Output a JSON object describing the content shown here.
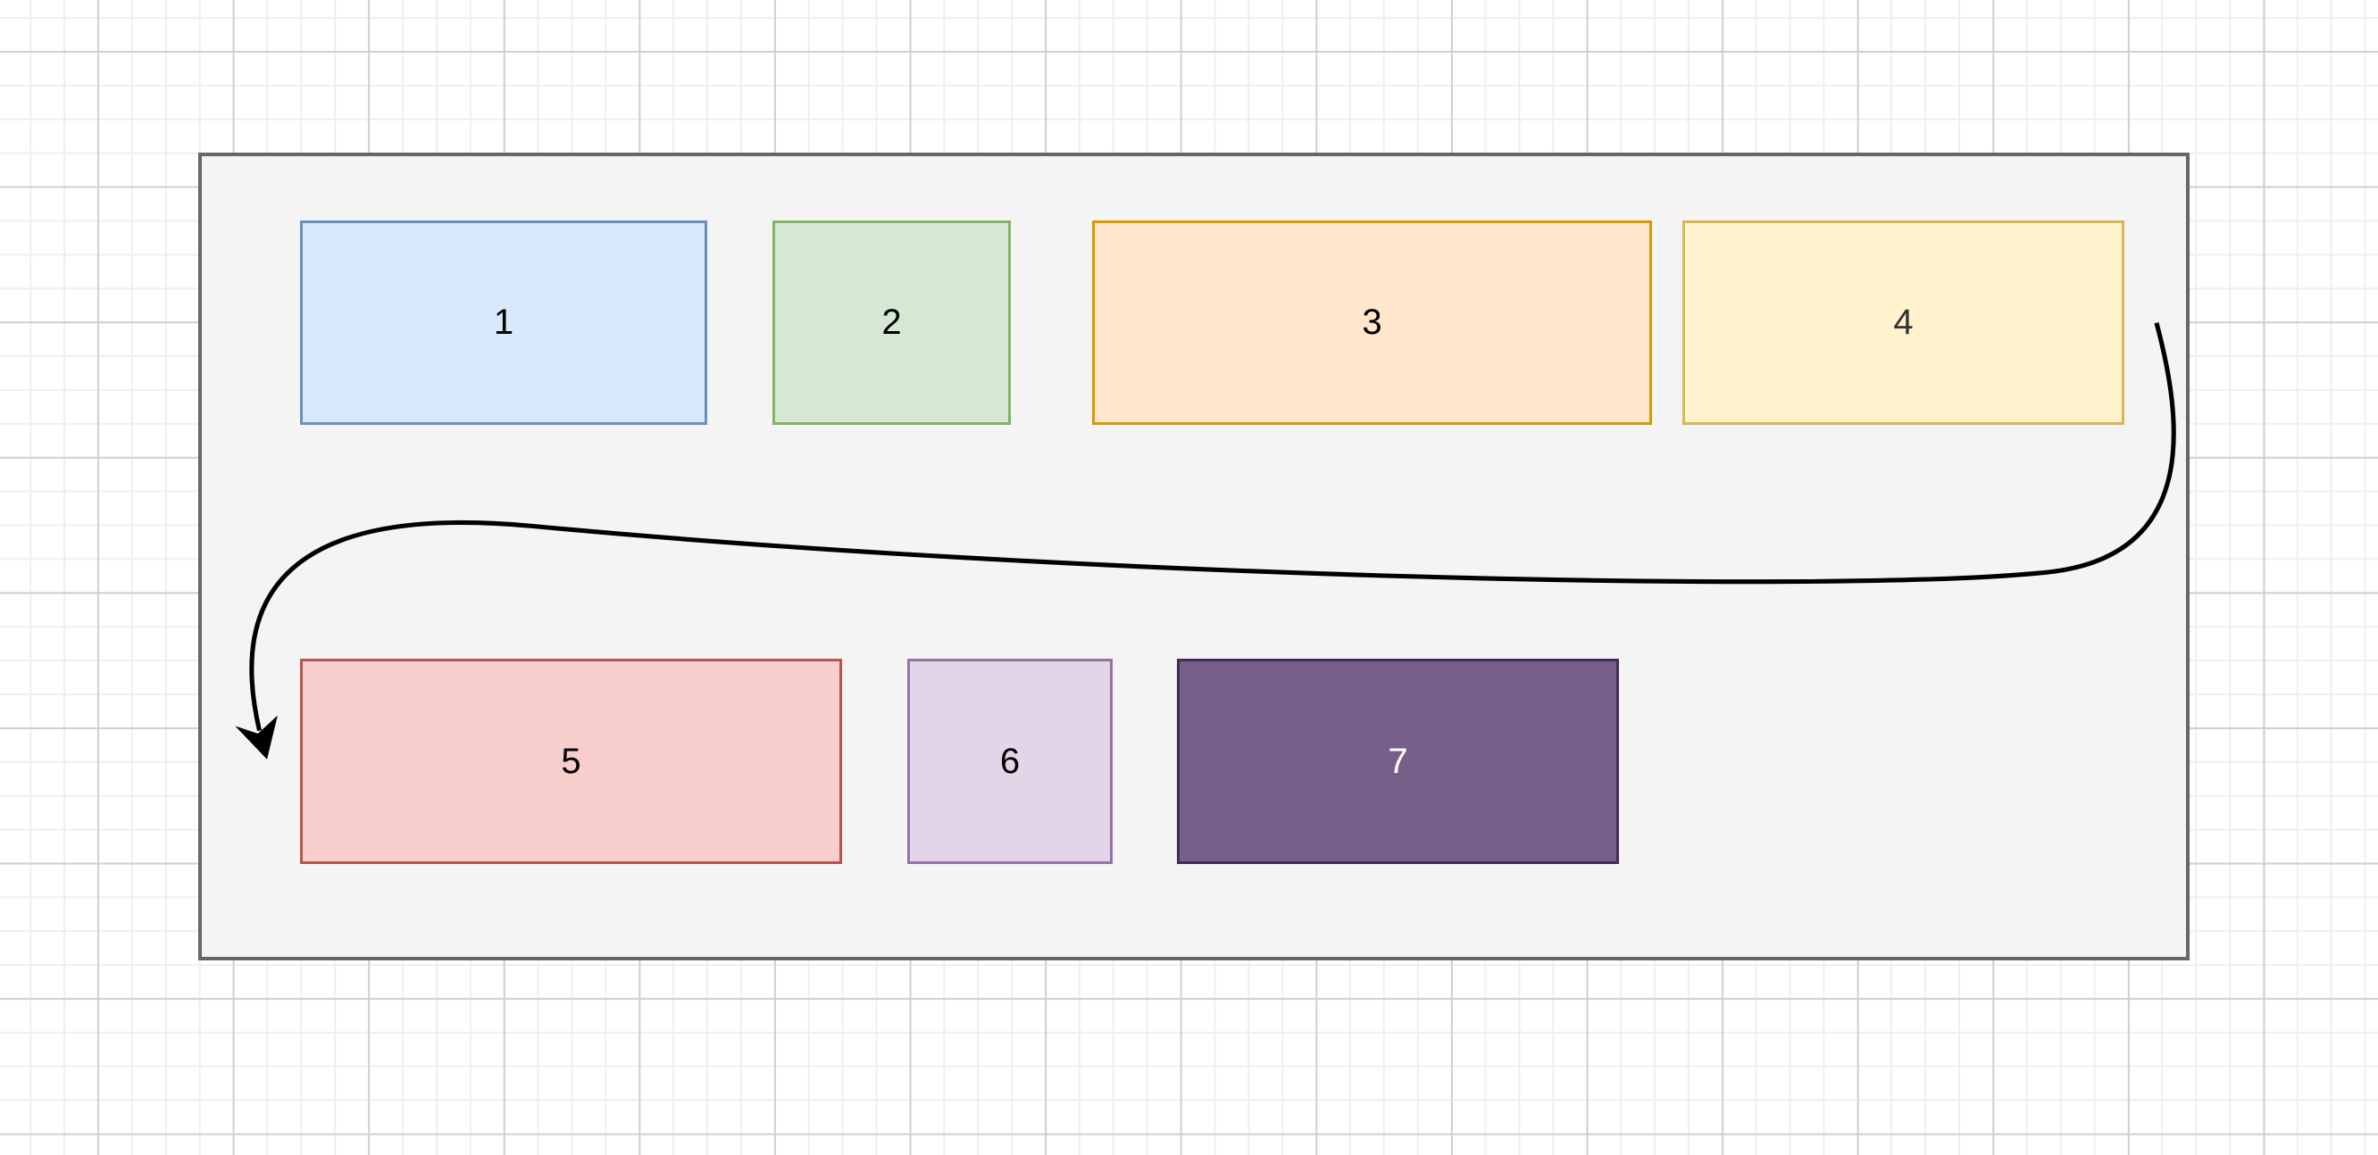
{
  "diagram": {
    "boxes": [
      {
        "label": "1",
        "fill": "#dae8fc",
        "stroke": "#6c8ebf"
      },
      {
        "label": "2",
        "fill": "#d5e8d4",
        "stroke": "#82b366"
      },
      {
        "label": "3",
        "fill": "#ffe6cc",
        "stroke": "#d79b00"
      },
      {
        "label": "4",
        "fill": "#fff2cc",
        "stroke": "#d6b656"
      },
      {
        "label": "5",
        "fill": "#f8cecc",
        "stroke": "#b85450"
      },
      {
        "label": "6",
        "fill": "#e1d5e7",
        "stroke": "#9673a6"
      },
      {
        "label": "7",
        "fill": "#76608a",
        "stroke": "#432d57"
      }
    ],
    "connector": {
      "from": "4",
      "to": "5",
      "color": "#000000"
    }
  }
}
